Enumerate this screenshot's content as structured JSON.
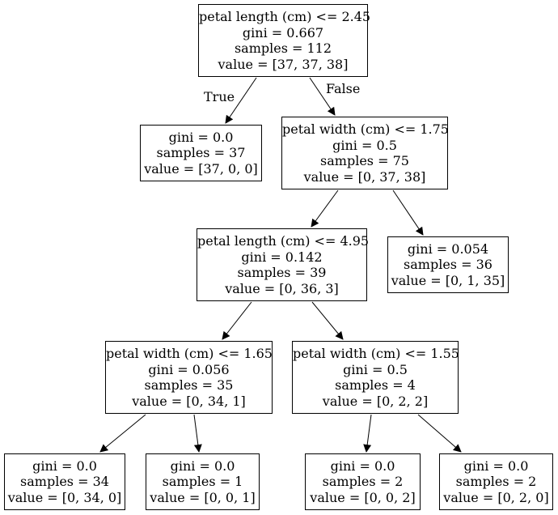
{
  "tree": {
    "nodes": [
      {
        "id": "n0",
        "lines": [
          "petal length (cm) <= 2.45",
          "gini = 0.667",
          "samples = 112",
          "value = [37, 37, 38]"
        ]
      },
      {
        "id": "n1",
        "lines": [
          "gini = 0.0",
          "samples = 37",
          "value = [37, 0, 0]"
        ]
      },
      {
        "id": "n2",
        "lines": [
          "petal width (cm) <= 1.75",
          "gini = 0.5",
          "samples = 75",
          "value = [0, 37, 38]"
        ]
      },
      {
        "id": "n3",
        "lines": [
          "petal length (cm) <= 4.95",
          "gini = 0.142",
          "samples = 39",
          "value = [0, 36, 3]"
        ]
      },
      {
        "id": "n4",
        "lines": [
          "gini = 0.054",
          "samples = 36",
          "value = [0, 1, 35]"
        ]
      },
      {
        "id": "n5",
        "lines": [
          "petal width (cm) <= 1.65",
          "gini = 0.056",
          "samples = 35",
          "value = [0, 34, 1]"
        ]
      },
      {
        "id": "n6",
        "lines": [
          "petal width (cm) <= 1.55",
          "gini = 0.5",
          "samples = 4",
          "value = [0, 2, 2]"
        ]
      },
      {
        "id": "n7",
        "lines": [
          "gini = 0.0",
          "samples = 34",
          "value = [0, 34, 0]"
        ]
      },
      {
        "id": "n8",
        "lines": [
          "gini = 0.0",
          "samples = 1",
          "value = [0, 0, 1]"
        ]
      },
      {
        "id": "n9",
        "lines": [
          "gini = 0.0",
          "samples = 2",
          "value = [0, 0, 2]"
        ]
      },
      {
        "id": "n10",
        "lines": [
          "gini = 0.0",
          "samples = 2",
          "value = [0, 2, 0]"
        ]
      }
    ],
    "edges": [
      {
        "from": "n0",
        "to": "n1",
        "label": "True"
      },
      {
        "from": "n0",
        "to": "n2",
        "label": "False"
      },
      {
        "from": "n2",
        "to": "n3",
        "label": ""
      },
      {
        "from": "n2",
        "to": "n4",
        "label": ""
      },
      {
        "from": "n3",
        "to": "n5",
        "label": ""
      },
      {
        "from": "n3",
        "to": "n6",
        "label": ""
      },
      {
        "from": "n5",
        "to": "n7",
        "label": ""
      },
      {
        "from": "n5",
        "to": "n8",
        "label": ""
      },
      {
        "from": "n6",
        "to": "n9",
        "label": ""
      },
      {
        "from": "n6",
        "to": "n10",
        "label": ""
      }
    ]
  }
}
